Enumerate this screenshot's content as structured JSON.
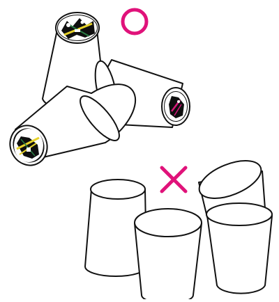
{
  "colors": {
    "background": "#ffffff",
    "outline": "#111111",
    "mark": "#e0127a",
    "label_dark": "#0f0f0f",
    "label_accent_yellow": "#e6d22c",
    "label_accent_green": "#2a7d44",
    "label_accent_magenta": "#d61a7b"
  },
  "icons": {
    "correct_mark": "circle-icon",
    "wrong_mark": "cross-icon"
  },
  "groups": [
    {
      "mark": "correct",
      "cups": 3
    },
    {
      "mark": "wrong",
      "cups": 4
    }
  ]
}
